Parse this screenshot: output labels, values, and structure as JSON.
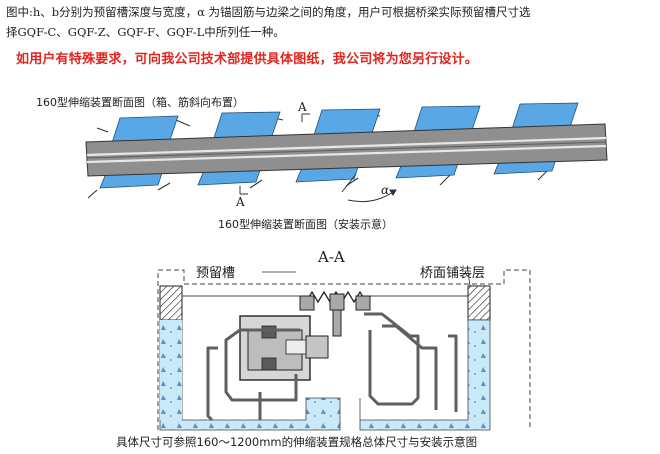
{
  "intro": {
    "line1": "图中:h、b分别为预留槽深度与宽度，α 为锚固筋与边梁之间的角度，用户可根据桥梁实际预留槽尺寸选",
    "line2": "择GQF-C、GQF-Z、GQF-F、GQF-L中所列任一种。"
  },
  "notice": "如用户有特殊要求，可向我公司技术部提供具体图纸，我公司将为您另行设计。",
  "plan_view": {
    "title": "160型伸缩装置断面图（箱、筋斜向布置）",
    "section_mark_top": "A",
    "section_mark_bottom": "A",
    "angle_label": "α",
    "caption": "160型伸缩装置断面图（安装示意）"
  },
  "section_view": {
    "title": "A-A",
    "left_label": "预留槽",
    "right_label": "桥面铺装层",
    "caption": "具体尺寸可参照160～1200mm的伸缩装置规格总体尺寸与安装示意图"
  },
  "colors": {
    "notice_red": "#e0261f",
    "box_blue": "#5aa7e6",
    "concrete_blue": "#c9e9f9",
    "beam_gray": "#8f8f8f",
    "steel_gray": "#a9a9a9"
  }
}
